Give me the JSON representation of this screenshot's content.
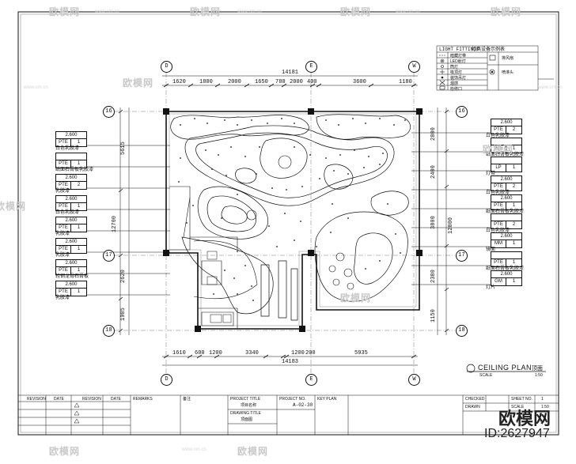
{
  "drawing": {
    "title": "CEILING PLAN",
    "title_cn": "顶面",
    "scale_label": "SCALE",
    "scale_value": "1:50"
  },
  "dimensions": {
    "top_total": "14181",
    "top_segments": [
      "1620",
      "1800",
      "2000",
      "1650",
      "780",
      "2000",
      "400",
      "3600",
      "1180"
    ],
    "bottom_total": "14183",
    "bottom_segments": [
      "1610",
      "600",
      "1200",
      "3340",
      "1200",
      "200",
      "5935"
    ],
    "left_segments": [
      "5615",
      "12700",
      "2620",
      "1985"
    ],
    "right_segments": [
      "2800",
      "2400",
      "3800",
      "2380",
      "1150"
    ],
    "right_total": "12800"
  },
  "grid_axes": {
    "top": [
      "D",
      "E",
      "W"
    ],
    "bottom": [
      "D",
      "E",
      "W"
    ],
    "left": [
      "16",
      "17",
      "18"
    ],
    "right": [
      "16",
      "17",
      "18"
    ]
  },
  "legend": {
    "header": "LIGHT FITTINGS",
    "header_cn": "灯具设备示例表",
    "rows": [
      {
        "symbol": "dash",
        "label": "暗藏灯带"
      },
      {
        "symbol": "circle-dot",
        "label": "LED射灯",
        "right_symbol": "square",
        "right_label": "排风扇"
      },
      {
        "symbol": "circle-small",
        "label": "筒灯",
        "right_symbol": "target",
        "right_label": "喷淋头"
      },
      {
        "symbol": "plus",
        "label": "吸顶灯"
      },
      {
        "symbol": "dot",
        "label": "装饰吊灯"
      },
      {
        "symbol": "cross",
        "label": "烟感"
      },
      {
        "symbol": "box",
        "label": "检修口"
      }
    ]
  },
  "left_tags": [
    {
      "height": "2.600",
      "code": "PTE",
      "num": "1",
      "note": "白色乳胶漆"
    },
    {
      "height": "",
      "code": "PTE",
      "num": "1",
      "note": "纸面石膏板乳胶漆"
    },
    {
      "height": "2.600",
      "code": "PTE",
      "num": "2",
      "note": "乳胶漆"
    },
    {
      "height": "2.600",
      "code": "PTE",
      "num": "1",
      "note": "白色乳胶漆"
    },
    {
      "height": "2.600",
      "code": "PTE",
      "num": "1",
      "note": "乳胶漆"
    },
    {
      "height": "2.600",
      "code": "PTE",
      "num": "1",
      "note": "乳胶漆"
    },
    {
      "height": "2.600",
      "code": "PTE",
      "num": "1",
      "note": "轻钢龙骨石膏板"
    },
    {
      "height": "2.600",
      "code": "PTE",
      "num": "1",
      "note": "乳胶漆"
    }
  ],
  "right_tags": [
    {
      "height": "2.600",
      "code": "PTE",
      "num": "2",
      "note": "白色乳胶漆"
    },
    {
      "height": "",
      "code": "PTE",
      "num": "1",
      "note": "纸面石膏板乳胶漆"
    },
    {
      "height": "",
      "code": "LP",
      "num": "1",
      "note": "灯带"
    },
    {
      "height": "2.600",
      "code": "PTE",
      "num": "2",
      "note": "白色乳胶漆"
    },
    {
      "height": "2.600",
      "code": "PTE",
      "num": "1",
      "note": "纸面石膏板乳胶漆"
    },
    {
      "height": "",
      "code": "PTE",
      "num": "2",
      "note": "白色乳胶漆"
    },
    {
      "height": "2.600",
      "code": "MM",
      "num": "1",
      "note": "镜面"
    },
    {
      "height": "",
      "code": "PTE",
      "num": "1",
      "note": "纸面石膏板乳胶漆"
    },
    {
      "height": "2.600",
      "code": "GM",
      "num": "1",
      "note": "灯片"
    }
  ],
  "title_block": {
    "revision_h": "REVISION",
    "date_h": "DATE",
    "revision_h2": "REVISION",
    "date_h2": "DATE",
    "remarks_h": "REMARKS",
    "remarks_cn": "备注",
    "project_h": "PROJECT TITLE",
    "project_v": "项目名称",
    "drawing_h": "DRAWING TITLE",
    "drawing_v": "顶面图",
    "project_no_h": "PROJECT NO.",
    "project_no_v": "A-02-30",
    "key_plan_h": "KEY PLAN",
    "checked_h": "CHECKED",
    "sheet_h": "SHEET NO.",
    "sheet_v": "1",
    "drawn_h": "DRAWN",
    "scale_h": "SCALE",
    "scale_v": "1:50"
  },
  "watermark": {
    "brand": "欧模网",
    "url": "www.om.cn",
    "id_text": "ID:2627947"
  }
}
